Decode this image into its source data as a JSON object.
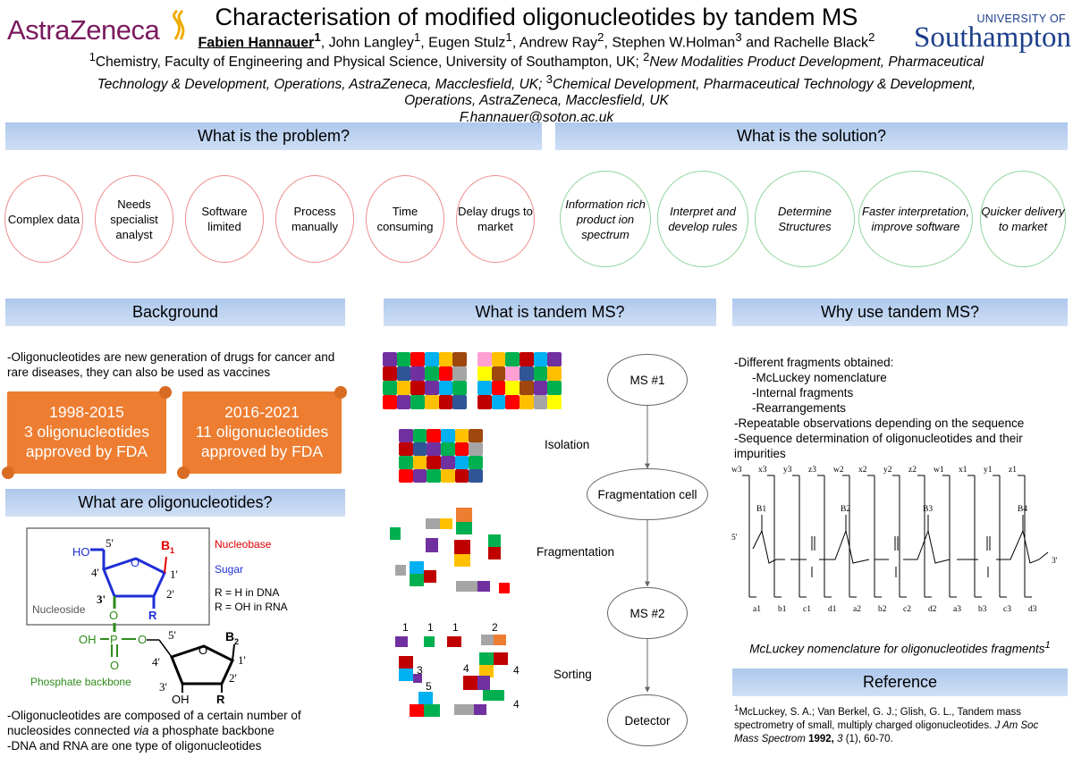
{
  "header": {
    "title": "Characterisation of modified oligonucleotides by tandem MS",
    "authors": {
      "presenter": "Fabien Hannauer",
      "presenter_sup": "1",
      "others": [
        {
          "name": "John Langley",
          "sup": "1"
        },
        {
          "name": "Eugen Stulz",
          "sup": "1"
        },
        {
          "name": "Andrew Ray",
          "sup": "2"
        },
        {
          "name": "Stephen W.Holman",
          "sup": "3"
        },
        {
          "name": "Rachelle Black",
          "sup": "2"
        }
      ],
      "and_word": "and"
    },
    "affiliation_1_sup": "1",
    "affiliation_1": "Chemistry, Faculty of Engineering and Physical Science, University of Southampton, UK;",
    "affiliation_2_sup": "2",
    "affiliation_2": "New Modalities Product Development, Pharmaceutical Technology & Development, Operations, AstraZeneca, Macclesfield, UK;",
    "affiliation_3_sup": "3",
    "affiliation_3": "Chemical Development, Pharmaceutical Technology & Development, Operations, AstraZeneca, Macclesfield, UK",
    "email": "F.hannauer@soton.ac.uk",
    "logo_left": "AstraZeneca",
    "logo_right_top": "UNIVERSITY OF",
    "logo_right_main": "Southampton"
  },
  "problem": {
    "heading": "What is the problem?",
    "steps": [
      "Complex data",
      "Needs specialist analyst",
      "Software limited",
      "Process manually",
      "Time consuming",
      "Delay drugs to market"
    ]
  },
  "solution": {
    "heading": "What is the solution?",
    "steps": [
      "Information rich product ion spectrum",
      "Interpret and develop rules",
      "Determine Structures",
      "Faster interpretation, improve software",
      "Quicker delivery to market"
    ]
  },
  "background": {
    "heading": "Background",
    "text": "-Oligonucleotides are new generation of drugs for cancer and rare diseases, they can also be used as vaccines",
    "banner_1": {
      "years": "1998-2015",
      "line2": "3 oligonucleotides",
      "line3": "approved by FDA"
    },
    "banner_2": {
      "years": "2016-2021",
      "line2": "11 oligonucleotides",
      "line3": "approved by FDA"
    }
  },
  "oligos": {
    "heading": "What are oligonucleotides?",
    "labels": {
      "nucleobase": "Nucleobase",
      "sugar": "Sugar",
      "r_dna": "R = H in DNA",
      "r_rna": "R = OH in RNA",
      "nucleoside": "Nucleoside",
      "phosphate": "Phosphate backbone",
      "ho": "HO",
      "b1": "B",
      "b1_sub": "1",
      "b2": "B",
      "b2_sub": "2",
      "p5": "5'",
      "p4": "4'",
      "p3": "3'",
      "p2": "2'",
      "p1": "1'",
      "r": "R",
      "o": "O",
      "oh": "OH",
      "oh_p": "OH",
      "p": "P"
    },
    "text_1a": "-Oligonucleotides are composed of a certain number of nucleosides connected",
    "text_1_via": "via",
    "text_1b": "a phosphate backbone",
    "text_2": "-DNA and RNA are one type of oligonucleotides"
  },
  "tandem": {
    "heading": "What is tandem MS?",
    "flow": [
      "MS #1",
      "Fragmentation cell",
      "MS #2",
      "Detector"
    ],
    "stages": [
      "Isolation",
      "Fragmentation",
      "Sorting"
    ],
    "sort_numbers": [
      "1",
      "1",
      "1",
      "2",
      "3",
      "4",
      "4",
      "5",
      "4"
    ]
  },
  "why": {
    "heading": "Why use tandem MS?",
    "lines": [
      "-Different fragments obtained:",
      "-McLuckey nomenclature",
      "-Internal fragments",
      "-Rearrangements",
      "-Repeatable observations depending on the sequence",
      "-Sequence determination of oligonucleotides and their impurities"
    ],
    "top_labels": [
      "w3",
      "x3",
      "y3",
      "z3",
      "w2",
      "x2",
      "y2",
      "z2",
      "w1",
      "x1",
      "y1",
      "z1"
    ],
    "bottom_labels": [
      "a1",
      "b1",
      "c1",
      "d1",
      "a2",
      "b2",
      "c2",
      "d2",
      "a3",
      "b3",
      "c3",
      "d3"
    ],
    "bases": [
      "B1",
      "B2",
      "B3",
      "B4"
    ],
    "end5": "5'",
    "end3": "3'",
    "caption": "McLuckey nomenclature for oligonucleotides fragments",
    "caption_sup": "1"
  },
  "reference": {
    "heading": "Reference",
    "sup": "1",
    "authors": "McLuckey, S. A.;  Van Berkel, G. J.; Glish, G. L., Tandem mass spectrometry of small, multiply charged oligonucleotides.",
    "journal": "J Am Soc Mass Spectrom",
    "year": "1992,",
    "volume": "3",
    "pages": "(1), 60-70."
  },
  "colors": {
    "bar": "#aec8ec",
    "orange": "#ed7d31",
    "red_circle": "#ef8c8c",
    "green_circle": "#8fd49b",
    "sugar_blue": "#1f2fd6",
    "base_red": "#e00000",
    "phosphate_green": "#2e8b1a"
  }
}
